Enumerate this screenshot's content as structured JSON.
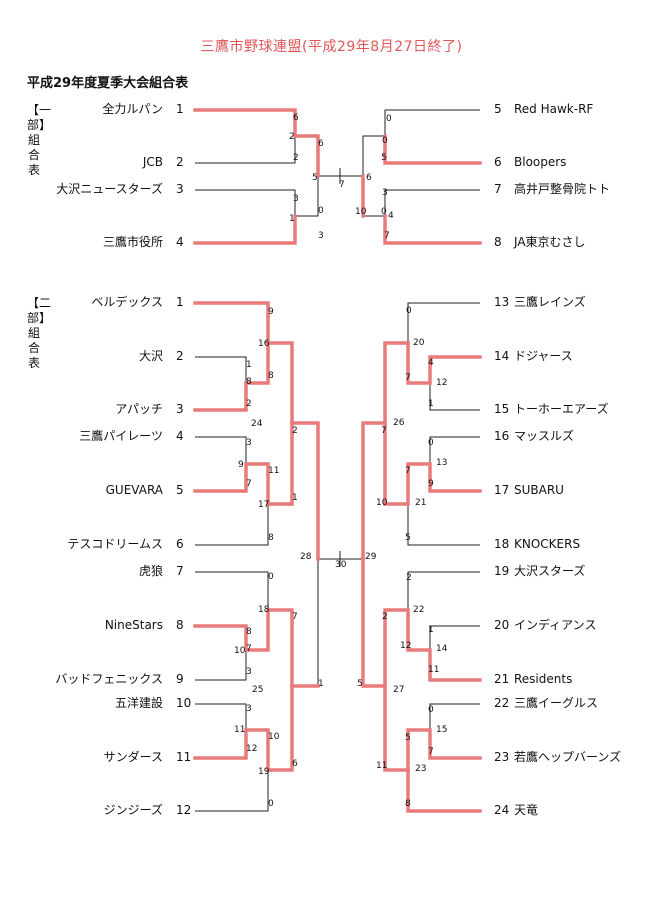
{
  "title": "三鷹市野球連盟(平成29年8月27日終了)",
  "subtitle": "平成29年度夏季大会組合表",
  "division1_label": "【一部】 組合表",
  "division2_label": "【二部】 組合表",
  "div1": {
    "teams": [
      {
        "seed": "1",
        "name": "全力ルパン"
      },
      {
        "seed": "2",
        "name": "JCB"
      },
      {
        "seed": "3",
        "name": "大沢ニュースターズ"
      },
      {
        "seed": "4",
        "name": "三鷹市役所"
      },
      {
        "seed": "5",
        "name": "Red  Hawk-RF"
      },
      {
        "seed": "6",
        "name": "Bloopers"
      },
      {
        "seed": "7",
        "name": "高井戸整骨院トト"
      },
      {
        "seed": "8",
        "name": "JA東京むさし"
      }
    ],
    "scores": [
      "6",
      "2",
      "2",
      "3",
      "1",
      "6",
      "0",
      "3",
      "5",
      "0",
      "7",
      "6",
      "0",
      "3",
      "5",
      "0",
      "4",
      "7",
      "10"
    ]
  },
  "div2": {
    "teams": [
      {
        "seed": "1",
        "name": "ベルデックス"
      },
      {
        "seed": "2",
        "name": "大沢"
      },
      {
        "seed": "3",
        "name": "アパッチ"
      },
      {
        "seed": "4",
        "name": "三鷹パイレーツ"
      },
      {
        "seed": "5",
        "name": "GUEVARA"
      },
      {
        "seed": "6",
        "name": "テスコドリームス"
      },
      {
        "seed": "7",
        "name": "虎狼"
      },
      {
        "seed": "8",
        "name": "NineStars"
      },
      {
        "seed": "9",
        "name": "バッドフェニックス"
      },
      {
        "seed": "10",
        "name": "五洋建設"
      },
      {
        "seed": "11",
        "name": "サンダース"
      },
      {
        "seed": "12",
        "name": "ジンジーズ"
      },
      {
        "seed": "13",
        "name": "三鷹レインズ"
      },
      {
        "seed": "14",
        "name": "ドジャース"
      },
      {
        "seed": "15",
        "name": "トーホーエアーズ"
      },
      {
        "seed": "16",
        "name": "マッスルズ"
      },
      {
        "seed": "17",
        "name": "SUBARU"
      },
      {
        "seed": "18",
        "name": "KNOCKERS"
      },
      {
        "seed": "19",
        "name": "大沢スターズ"
      },
      {
        "seed": "20",
        "name": "インディアンス"
      },
      {
        "seed": "21",
        "name": "Residents"
      },
      {
        "seed": "22",
        "name": "三鷹イーグルス"
      },
      {
        "seed": "23",
        "name": "若鷹ヘップバーンズ"
      },
      {
        "seed": "24",
        "name": "天竜"
      }
    ],
    "scores": [
      "9",
      "1",
      "8",
      "2",
      "16",
      "8",
      "11",
      "3",
      "7",
      "9",
      "17",
      "8",
      "24",
      "2",
      "1",
      "0",
      "18",
      "7",
      "8",
      "7",
      "10",
      "3",
      "1",
      "3",
      "11",
      "12",
      "10",
      "6",
      "19",
      "0",
      "25",
      "28",
      "30",
      "29",
      "0",
      "20",
      "4",
      "12",
      "7",
      "1",
      "26",
      "0",
      "13",
      "7",
      "9",
      "21",
      "10",
      "5",
      "7",
      "2",
      "22",
      "1",
      "2",
      "14",
      "12",
      "11",
      "27",
      "0",
      "15",
      "5",
      "7",
      "23",
      "11",
      "8",
      "5"
    ]
  },
  "colors": {
    "winner_line": "#e87a7a",
    "title": "#e05757",
    "line": "#222222"
  }
}
